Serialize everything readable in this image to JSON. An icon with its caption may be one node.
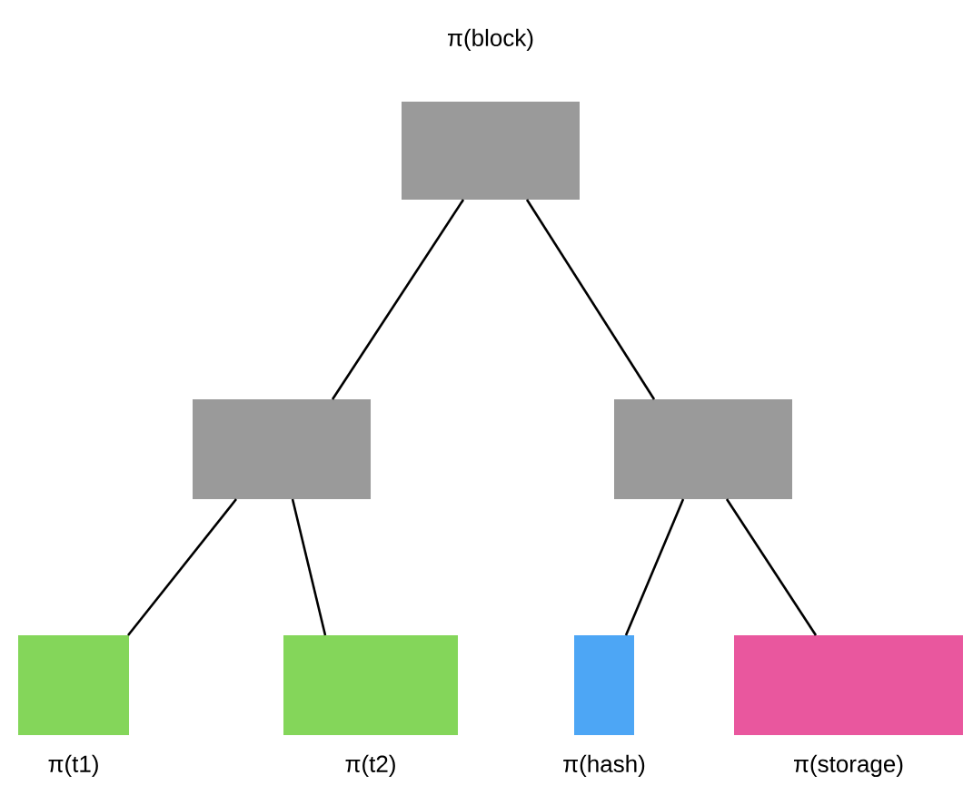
{
  "diagram": {
    "nodes": [
      {
        "text": [
          "π(block)"
        ]
      },
      {
        "text": [],
        "shape": "box"
      },
      {
        "text": [],
        "shape": "box"
      },
      {
        "text": [
          "π(t1)"
        ]
      },
      {
        "text": [
          "π(t2)"
        ]
      },
      {
        "text": [
          "π(hash)"
        ]
      },
      {
        "text": [
          "π(storage)"
        ]
      }
    ],
    "edges": [
      {
        "from": 0,
        "to": 1,
        "arrow": "none"
      },
      {
        "from": 0,
        "to": 2,
        "arrow": "none"
      },
      {
        "from": 1,
        "to": 3,
        "arrow": "none"
      },
      {
        "from": 1,
        "to": 4,
        "arrow": "none"
      },
      {
        "from": 2,
        "to": 5,
        "arrow": "none"
      },
      {
        "from": 2,
        "to": 6,
        "arrow": "none"
      }
    ]
  }
}
